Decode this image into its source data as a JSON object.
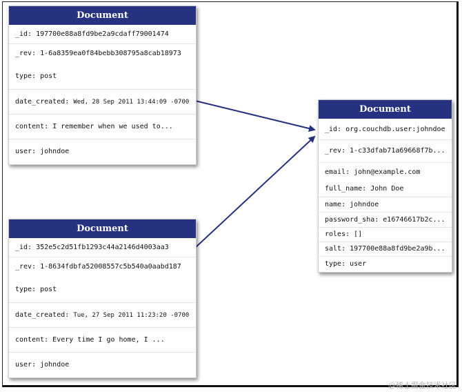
{
  "doc1": {
    "title": "Document",
    "id": "_id: 197700e88a8fd9be2a9cdaff79001474",
    "rev": "_rev: 1-6a8359ea0f84bebb308795a8cab18973",
    "type": "type: post",
    "date_key": "date_created:",
    "date_val": "Wed, 28 Sep 2011 13:44:09 -0700",
    "content": "content: I remember when we used to...",
    "user": "user: johndoe"
  },
  "doc2": {
    "title": "Document",
    "id": "_id: 352e5c2d51fb1293c44a2146d4003aa3",
    "rev": "_rev: 1-8634fdbfa52008557c5b540a0aabd187",
    "type": "type: post",
    "date_key": "date_created:",
    "date_val": "Tue, 27 Sep 2011 11:23:20 -0700",
    "content": "content: Every time I go home, I ...",
    "user": "user: johndoe"
  },
  "doc3": {
    "title": "Document",
    "id": "_id: org.couchdb.user:johndoe",
    "rev": "_rev: 1-c33dfab71a69668f7b...",
    "email": "email: john@example.com",
    "full_name": "full_name: John Doe",
    "name": "name: johndoe",
    "password_sha": "password_sha: e16746617b2c...",
    "roles": "roles: []",
    "salt": "salt: 197700e88a8fd9be2a9b...",
    "type": "type: user"
  },
  "watermark": "@稀土掘金技术社区",
  "colors": {
    "header": "#26317f",
    "arrow": "#26317f"
  }
}
